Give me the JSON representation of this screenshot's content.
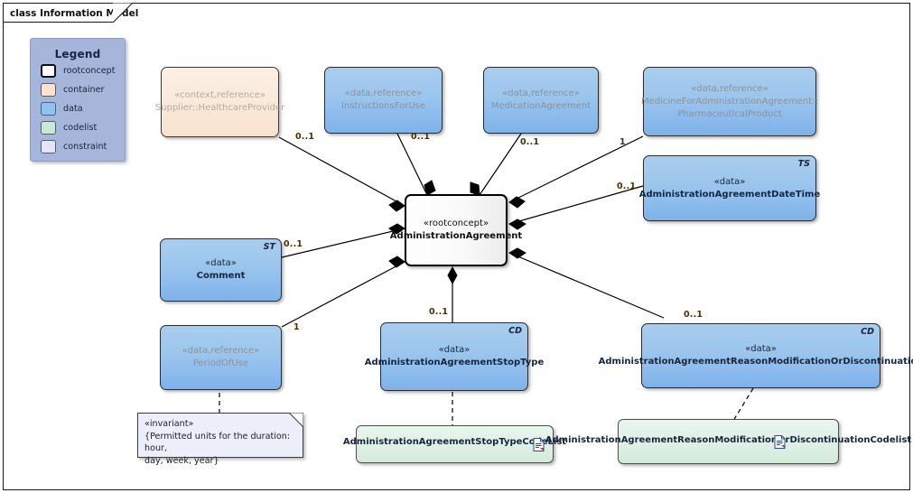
{
  "frame": {
    "tab_label": "class Information Model"
  },
  "legend": {
    "title": "Legend",
    "items": [
      {
        "label": "rootconcept",
        "color": "#ffffff"
      },
      {
        "label": "container",
        "color": "#fae3cd"
      },
      {
        "label": "data",
        "color": "#8fc2ee"
      },
      {
        "label": "codelist",
        "color": "#c9e8d5"
      },
      {
        "label": "constraint",
        "color": "#e4e4f7"
      }
    ]
  },
  "nodes": {
    "supplier": {
      "stereotype": "«context,reference»",
      "name": "Supplier::HealthcareProvider",
      "corner": ""
    },
    "instructions_for_use": {
      "stereotype": "«data,reference»",
      "name": "InstructionsForUse",
      "corner": ""
    },
    "medication_agreement": {
      "stereotype": "«data,reference»",
      "name": "MedicationAgreement",
      "corner": ""
    },
    "medicine_for_aa": {
      "stereotype": "«data,reference»",
      "name": "MedicineForAdministrationAgreement::",
      "name2": "PharmaceuticalProduct",
      "corner": ""
    },
    "aa_datetime": {
      "stereotype": "«data»",
      "name": "AdministrationAgreementDateTime",
      "corner": "TS"
    },
    "administration_agreement": {
      "stereotype": "«rootconcept»",
      "name": "AdministrationAgreement",
      "corner": ""
    },
    "comment": {
      "stereotype": "«data»",
      "name": "Comment",
      "corner": "ST"
    },
    "period_of_use": {
      "stereotype": "«data,reference»",
      "name": "PeriodOfUse",
      "corner": ""
    },
    "aa_stop_type": {
      "stereotype": "«data»",
      "name": "AdministrationAgreementStopType",
      "corner": "CD"
    },
    "aa_reason_mod": {
      "stereotype": "«data»",
      "name": "AdministrationAgreementReasonModificationOrDiscontinuation",
      "corner": "CD"
    },
    "stop_type_codelist": {
      "name": "AdministrationAgreementStopTypeCodeList",
      "icon": "document-icon"
    },
    "reason_mod_codelist": {
      "name": "AdministrationAgreementReasonModificationOrDiscontinuationCodelist",
      "icon": "document-icon"
    }
  },
  "note": {
    "stereotype": "«invariant»",
    "line1": "{Permitted units for the duration: hour,",
    "line2": "day, week, year}"
  },
  "multiplicities": {
    "supplier": "0..1",
    "instructions_for_use": "0..1",
    "medication_agreement": "0..1",
    "medicine_for_aa": "1",
    "aa_datetime": "0..1",
    "comment": "0..1",
    "period_of_use": "1",
    "aa_stop_type": "0..1",
    "aa_reason_mod": "0..1"
  },
  "colors": {
    "data": "#8fc2ee",
    "container": "#fae3cd",
    "codelist": "#c9e8d5",
    "constraint": "#e4e4f7",
    "legend_bg": "#a6b6da",
    "multiplicity_text": "#4a3100"
  }
}
